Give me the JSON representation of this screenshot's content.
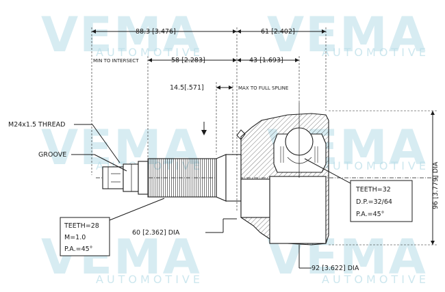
{
  "watermark": {
    "brand": "VEMA",
    "subtitle": "AUTOMOTIVE"
  },
  "dimensions": {
    "overall_left": "88.3 [3.476]",
    "overall_right": "61 [2.402]",
    "min_to_intersect_label": "MIN TO INTERSECT",
    "spline_length": "58 [2.283]",
    "housing_length": "43 [1.693]",
    "max_full_spline": "14.5[.571]",
    "max_full_spline_label": "MAX TO FULL SPLINE",
    "thread": "M24x1.5 THREAD",
    "groove": "GROOVE",
    "shaft_dia": "60 [2.362] DIA",
    "outer_dia": "96 [3.779] DIA",
    "bell_dia": "92 [3.622] DIA"
  },
  "spec_inner": {
    "line1": "TEETH=32",
    "line2": "D.P.=32/64",
    "line3": "P.A.=45°"
  },
  "spec_outer": {
    "line1": "TEETH=28",
    "line2": "M=1.0",
    "line3": "P.A.=45°"
  }
}
